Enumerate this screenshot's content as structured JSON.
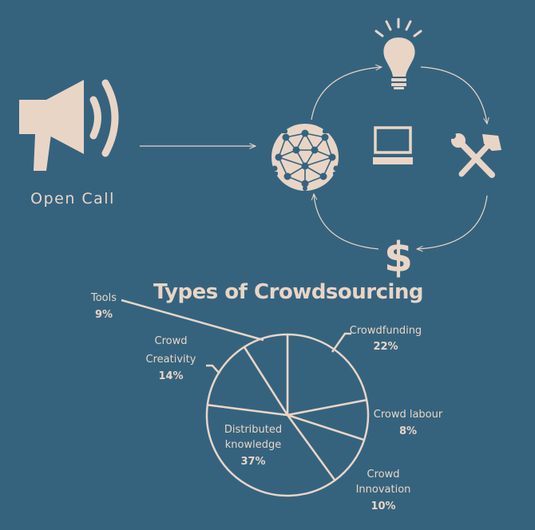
{
  "diagram": {
    "open_call_label": "Open Call",
    "icons": [
      "megaphone-icon",
      "lightbulb-icon",
      "tools-icon",
      "dollar-icon",
      "crowd-network-icon",
      "computer-icon"
    ]
  },
  "chart_data": {
    "type": "pie",
    "title": "Types of Crowdsourcing",
    "slices": [
      {
        "name": "Crowdfunding",
        "value": 22,
        "pct_label": "22%"
      },
      {
        "name": "Crowd labour",
        "value": 8,
        "pct_label": "8%"
      },
      {
        "name": "Crowd Innovation",
        "value": 10,
        "pct_label": "10%"
      },
      {
        "name": "Distributed knowledge",
        "value": 37,
        "pct_label": "37%"
      },
      {
        "name": "Crowd Creativity",
        "value": 14,
        "pct_label": "14%"
      },
      {
        "name": "Tools",
        "value": 9,
        "pct_label": "9%"
      }
    ],
    "colors": {
      "ink": "#e9d5c6",
      "background": "#35637e"
    }
  }
}
